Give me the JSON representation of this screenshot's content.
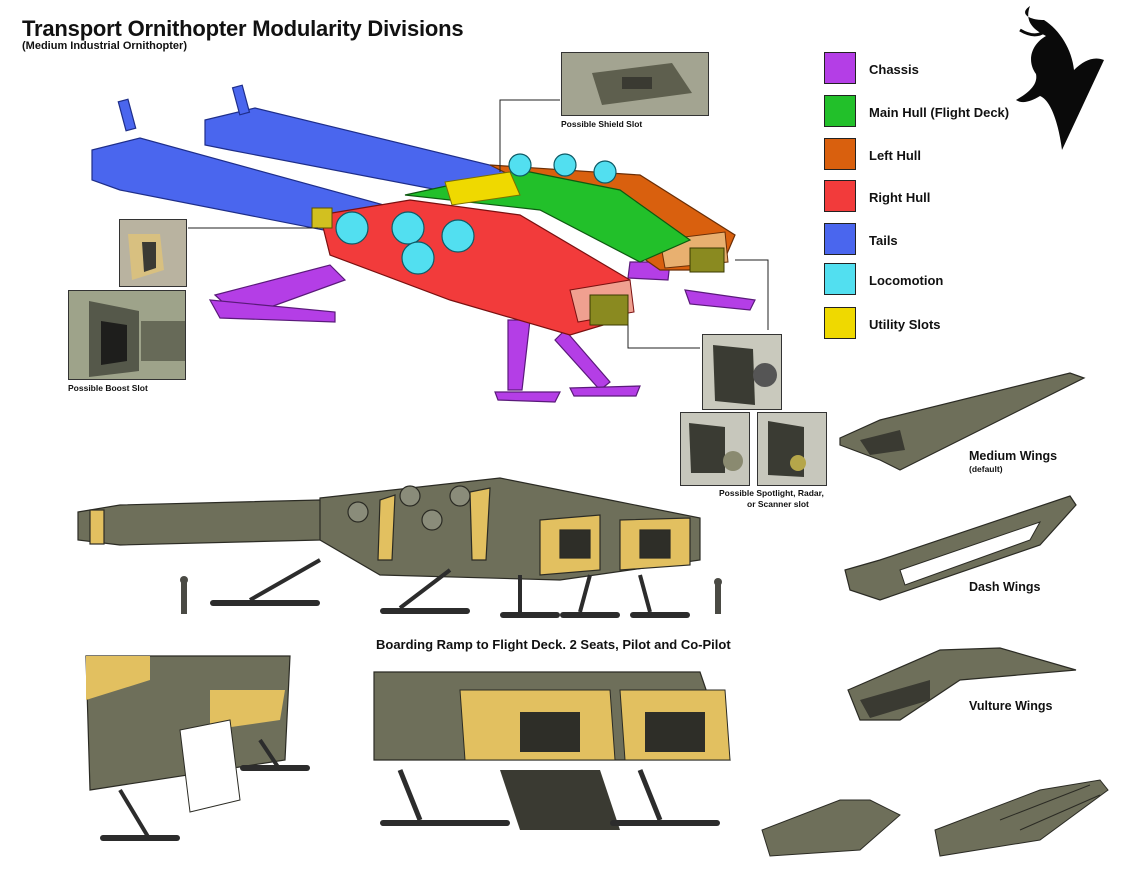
{
  "header": {
    "title": "Transport Ornithopter Modularity Divisions",
    "subtitle": "(Medium Industrial Ornithopter)"
  },
  "legend": [
    {
      "label": "Chassis",
      "color": "#b43ee6"
    },
    {
      "label": "Main Hull (Flight Deck)",
      "color": "#22c02a"
    },
    {
      "label": "Left Hull",
      "color": "#d9600e"
    },
    {
      "label": "Right Hull",
      "color": "#f23b3b"
    },
    {
      "label": "Tails",
      "color": "#4a66ee"
    },
    {
      "label": "Locomotion",
      "color": "#52dff0"
    },
    {
      "label": "Utility Slots",
      "color": "#efd900"
    }
  ],
  "callouts": {
    "shield": "Possible Shield Slot",
    "boost": "Possible Boost Slot",
    "spotlight_line1": "Possible Spotlight, Radar,",
    "spotlight_line2": "or Scanner slot"
  },
  "wings": {
    "medium": "Medium Wings",
    "medium_note": "(default)",
    "dash": "Dash Wings",
    "vulture": "Vulture Wings"
  },
  "ramp_caption": "Boarding Ramp to Flight Deck. 2 Seats, Pilot and Co-Pilot",
  "colors": {
    "hull_olive": "#6e6f5a",
    "hull_dark": "#4e4f40",
    "accent_tan": "#e2c060",
    "skid_dark": "#2c2c2c"
  }
}
